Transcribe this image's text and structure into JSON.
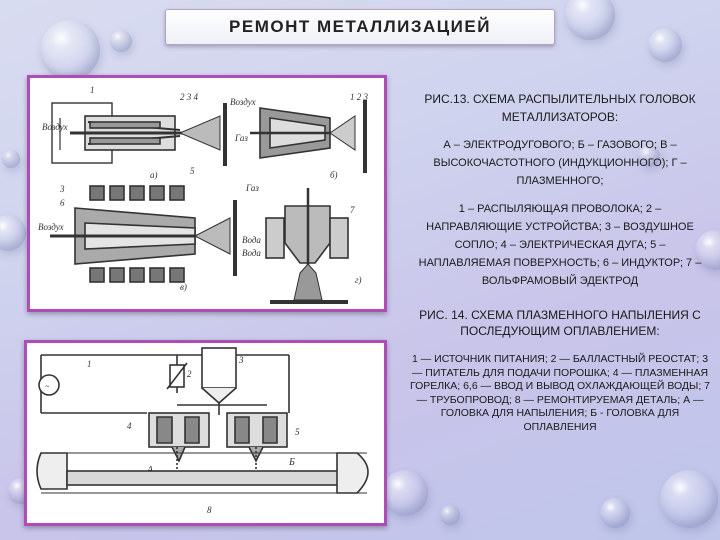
{
  "slide": {
    "title": "РЕМОНТ МЕТАЛЛИЗАЦИЕЙ"
  },
  "figure1": {
    "caption": "РИС.13. СХЕМА РАСПЫЛИТЕЛЬНЫХ ГОЛОВОК МЕТАЛЛИЗАТОРОВ:",
    "types": "А – ЭЛЕКТРОДУГОВОГО;   Б – ГАЗОВОГО;   В – ВЫСОКОЧАСТОТНОГО (ИНДУКЦИОННОГО);  Г – ПЛАЗМЕННОГО;",
    "legend": "1 – РАСПЫЛЯЮЩАЯ ПРОВОЛОКА;  2 – НАПРАВЛЯЮЩИЕ УСТРОЙСТВА;  3 – ВОЗДУШНОЕ СОПЛО;  4 – ЭЛЕКТРИЧЕСКАЯ ДУГА;  5 – НАПЛАВЛЯЕМАЯ ПОВЕРХНОСТЬ;  6 – ИНДУКТОР;  7 – ВОЛЬФРАМОВЫЙ ЭДЕКТРОД",
    "labels": {
      "air": "Воздух",
      "gas": "Газ",
      "water": "Вода",
      "a": "а)",
      "b": "б)",
      "v": "в)",
      "g": "г)"
    }
  },
  "figure2": {
    "caption": "РИС. 14. СХЕМА ПЛАЗМЕННОГО НАПЫЛЕНИЯ С ПОСЛЕДУЮЩИМ ОПЛАВЛЕНИЕМ:",
    "legend": "1 — ИСТОЧНИК ПИТАНИЯ; 2 — БАЛЛАСТНЫЙ РЕОСТАТ; 3 — ПИТАТЕЛЬ ДЛЯ ПОДАЧИ ПОРОШКА; 4 — ПЛАЗМЕННАЯ ГОРЕЛКА; 6,6 — ВВОД И ВЫВОД ОХЛАЖДАЮЩЕЙ ВОДЫ; 7 — ТРУБОПРОВОД; 8 — РЕМОНТИРУЕМАЯ ДЕТАЛЬ; А — ГОЛОВКА ДЛЯ НАПЫЛЕНИЯ; Б - ГОЛОВКА ДЛЯ ОПЛАВЛЕНИЯ",
    "labels": {
      "a": "А",
      "b": "Б"
    }
  }
}
